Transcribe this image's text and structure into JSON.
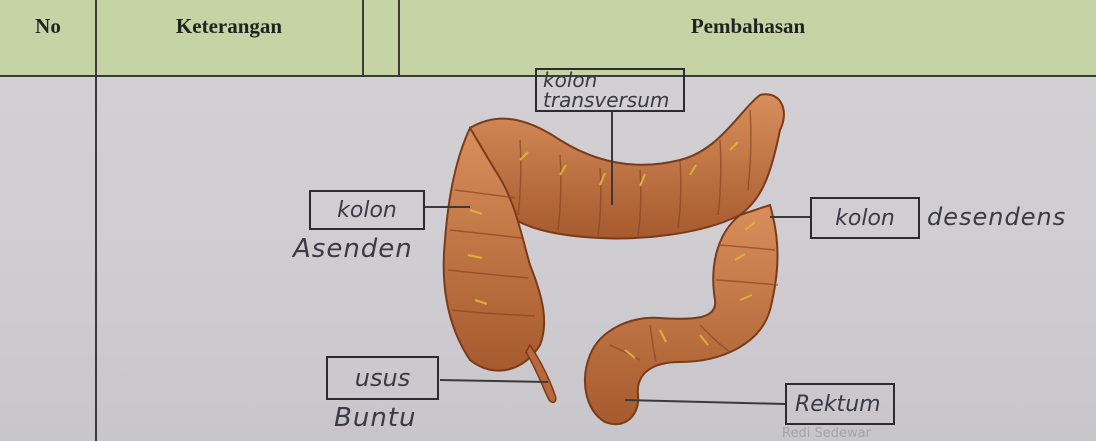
{
  "table": {
    "headers": {
      "no": "No",
      "keterangan": "Keterangan",
      "pembahasan": "Pembahasan"
    }
  },
  "diagram": {
    "labels": {
      "kolon_transversum_line1": "kolon",
      "kolon_transversum_line2": "transversum",
      "kolon_asenden_box": "kolon",
      "kolon_asenden_below": "Asenden",
      "kolon_desendens_box": "kolon",
      "kolon_desendens_after": "desendens",
      "usus_buntu_box": "usus",
      "usus_buntu_below": "Buntu",
      "rektum_box": "Rektum"
    },
    "watermark": "Redi Sedewar"
  }
}
